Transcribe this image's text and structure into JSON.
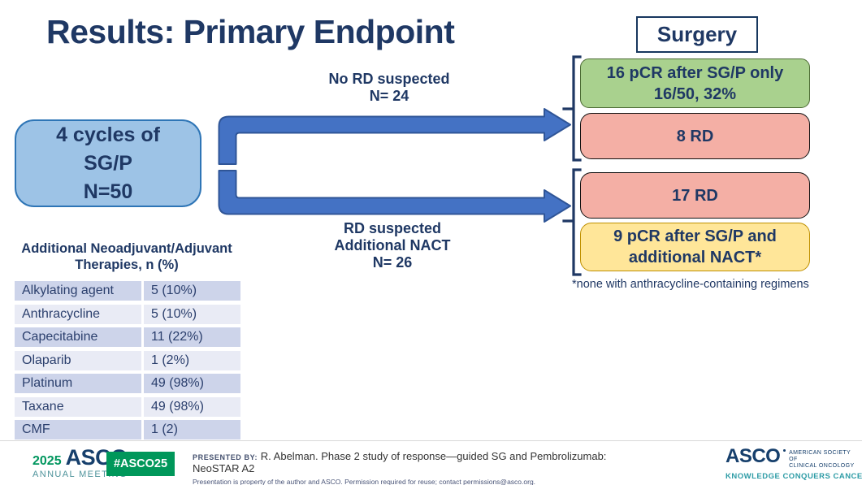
{
  "slide": {
    "title": "Results: Primary Endpoint",
    "surgery_label": "Surgery",
    "source_box": {
      "line1": "4 cycles of",
      "line2": "SG/P",
      "line3": "N=50"
    },
    "branch_top": {
      "line1": "No RD suspected",
      "line2": "N= 24"
    },
    "branch_bottom": {
      "line1": "RD suspected",
      "line2": "Additional NACT",
      "line3": "N= 26"
    },
    "outcome_boxes": {
      "pcr_sgp_only": {
        "line1": "16 pCR after SG/P only",
        "line2": "16/50, 32%"
      },
      "rd_top": {
        "line1": "8 RD"
      },
      "rd_bottom": {
        "line1": "17 RD"
      },
      "pcr_additional_nact": {
        "line1": "9 pCR after SG/P and",
        "line2": "additional NACT*"
      }
    },
    "footnote": "*none with anthracycline-containing regimens",
    "table": {
      "title_line1": "Additional Neoadjuvant/Adjuvant",
      "title_line2": "Therapies, n (%)",
      "rows": [
        [
          "Alkylating agent",
          "5 (10%)"
        ],
        [
          "Anthracycline",
          "5 (10%)"
        ],
        [
          "Capecitabine",
          "11 (22%)"
        ],
        [
          "Olaparib",
          "1 (2%)"
        ],
        [
          "Platinum",
          "49 (98%)"
        ],
        [
          "Taxane",
          "49 (98%)"
        ],
        [
          "CMF",
          "1 (2)"
        ]
      ]
    }
  },
  "footer": {
    "logo_year": "2025",
    "logo_name": "ASCO",
    "logo_sub": "ANNUAL MEETING",
    "hashtag": "#ASCO25",
    "presented_label": "PRESENTED BY:",
    "presented_text": "R. Abelman. Phase 2 study of response—guided SG and Pembrolizumab: NeoSTAR A2",
    "permission_text": "Presentation is property of the author and ASCO. Permission required for reuse; contact permissions@asco.org.",
    "right_logo_name": "ASCO",
    "right_logo_line1": "AMERICAN SOCIETY OF",
    "right_logo_line2": "CLINICAL ONCOLOGY",
    "right_logo_tagline": "KNOWLEDGE CONQUERS CANCER"
  },
  "colors": {
    "navy_text": "#1F3864",
    "arrow_blue_fill": "#4472C4",
    "arrow_blue_border": "#2F5597",
    "source_box_fill": "#9DC3E6",
    "source_box_border": "#2E75B6",
    "pcr_green_fill": "#A9D18E",
    "rd_pink_fill": "#F4AFA5",
    "nact_yellow_fill": "#FFE699",
    "nact_yellow_border": "#BF9000",
    "table_row_dark": "#CDD4EA",
    "table_row_light": "#E9EBF5",
    "asco_green": "#00975A",
    "asco_teal": "#2E9CA6",
    "asco_navy": "#163F6C"
  }
}
